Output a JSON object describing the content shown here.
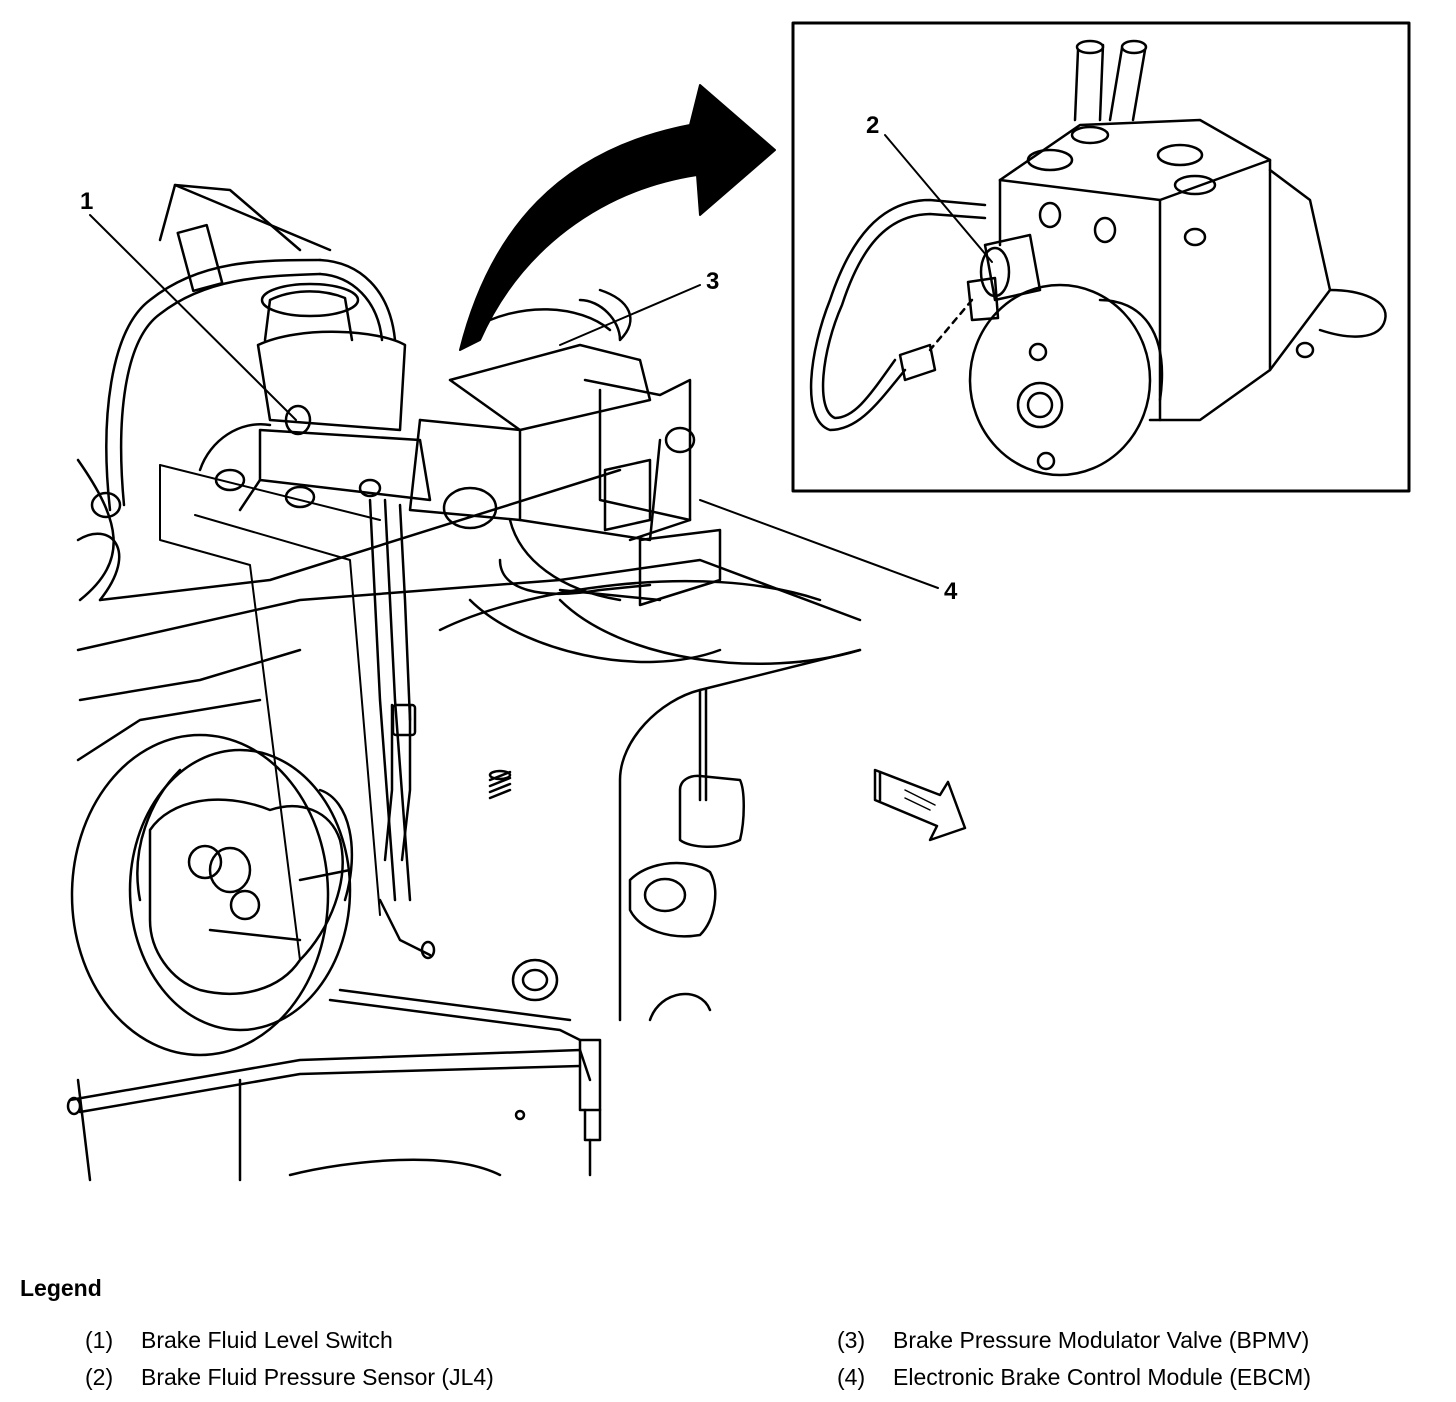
{
  "callouts": [
    "1",
    "2",
    "3",
    "4"
  ],
  "legend": {
    "title": "Legend",
    "items": [
      {
        "number": "(1)",
        "label": "Brake Fluid Level Switch"
      },
      {
        "number": "(2)",
        "label": "Brake Fluid Pressure Sensor (JL4)"
      },
      {
        "number": "(3)",
        "label": "Brake Pressure Modulator Valve (BPMV)"
      },
      {
        "number": "(4)",
        "label": "Electronic Brake Control Module (EBCM)"
      }
    ]
  }
}
